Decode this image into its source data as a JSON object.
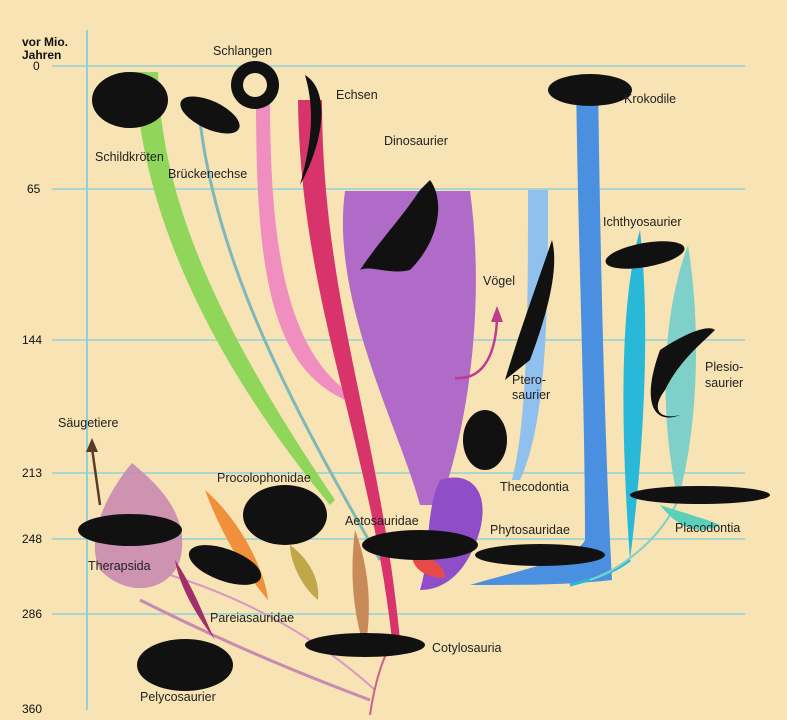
{
  "axis": {
    "title_line1": "vor Mio.",
    "title_line2": "Jahren",
    "ticks": [
      "0",
      "65",
      "144",
      "213",
      "248",
      "286",
      "360"
    ]
  },
  "groups": {
    "schildkroeten": "Schildkröten",
    "schlangen": "Schlangen",
    "echsen": "Echsen",
    "brueckenechse": "Brückenechse",
    "dinosaurier": "Dinosaurier",
    "krokodile": "Krokodile",
    "ichthyosaurier": "Ichthyosaurier",
    "voegel": "Vögel",
    "ptero_1": "Ptero-",
    "ptero_2": "saurier",
    "plesio_1": "Plesio-",
    "plesio_2": "saurier",
    "saeugetiere": "Säugetiere",
    "procolophonidae": "Procolophonidae",
    "thecodontia": "Thecodontia",
    "aetosauridae": "Aetosauridae",
    "phytosauridae": "Phytosauridae",
    "placodontia": "Placodontia",
    "therapsida": "Therapsida",
    "pareiasauridae": "Pareiasauridae",
    "cotylosauria": "Cotylosauria",
    "pelycosaurier": "Pelycosaurier"
  },
  "colors": {
    "background": "#f7e3b4",
    "timeline": "#8fd3d8",
    "turtles": "#8fd65a",
    "snakes": "#f08fbf",
    "lizards": "#d8336b",
    "dinosaurs": "#b06ac8",
    "crocodiles": "#4a8fe0",
    "ichthyosaurs": "#2ab8d8",
    "plesiosaurs": "#7fd0c8",
    "pterosaurs": "#8fc0ee",
    "therapsids": "#c88ab0",
    "procolophonids": "#f0903a"
  }
}
